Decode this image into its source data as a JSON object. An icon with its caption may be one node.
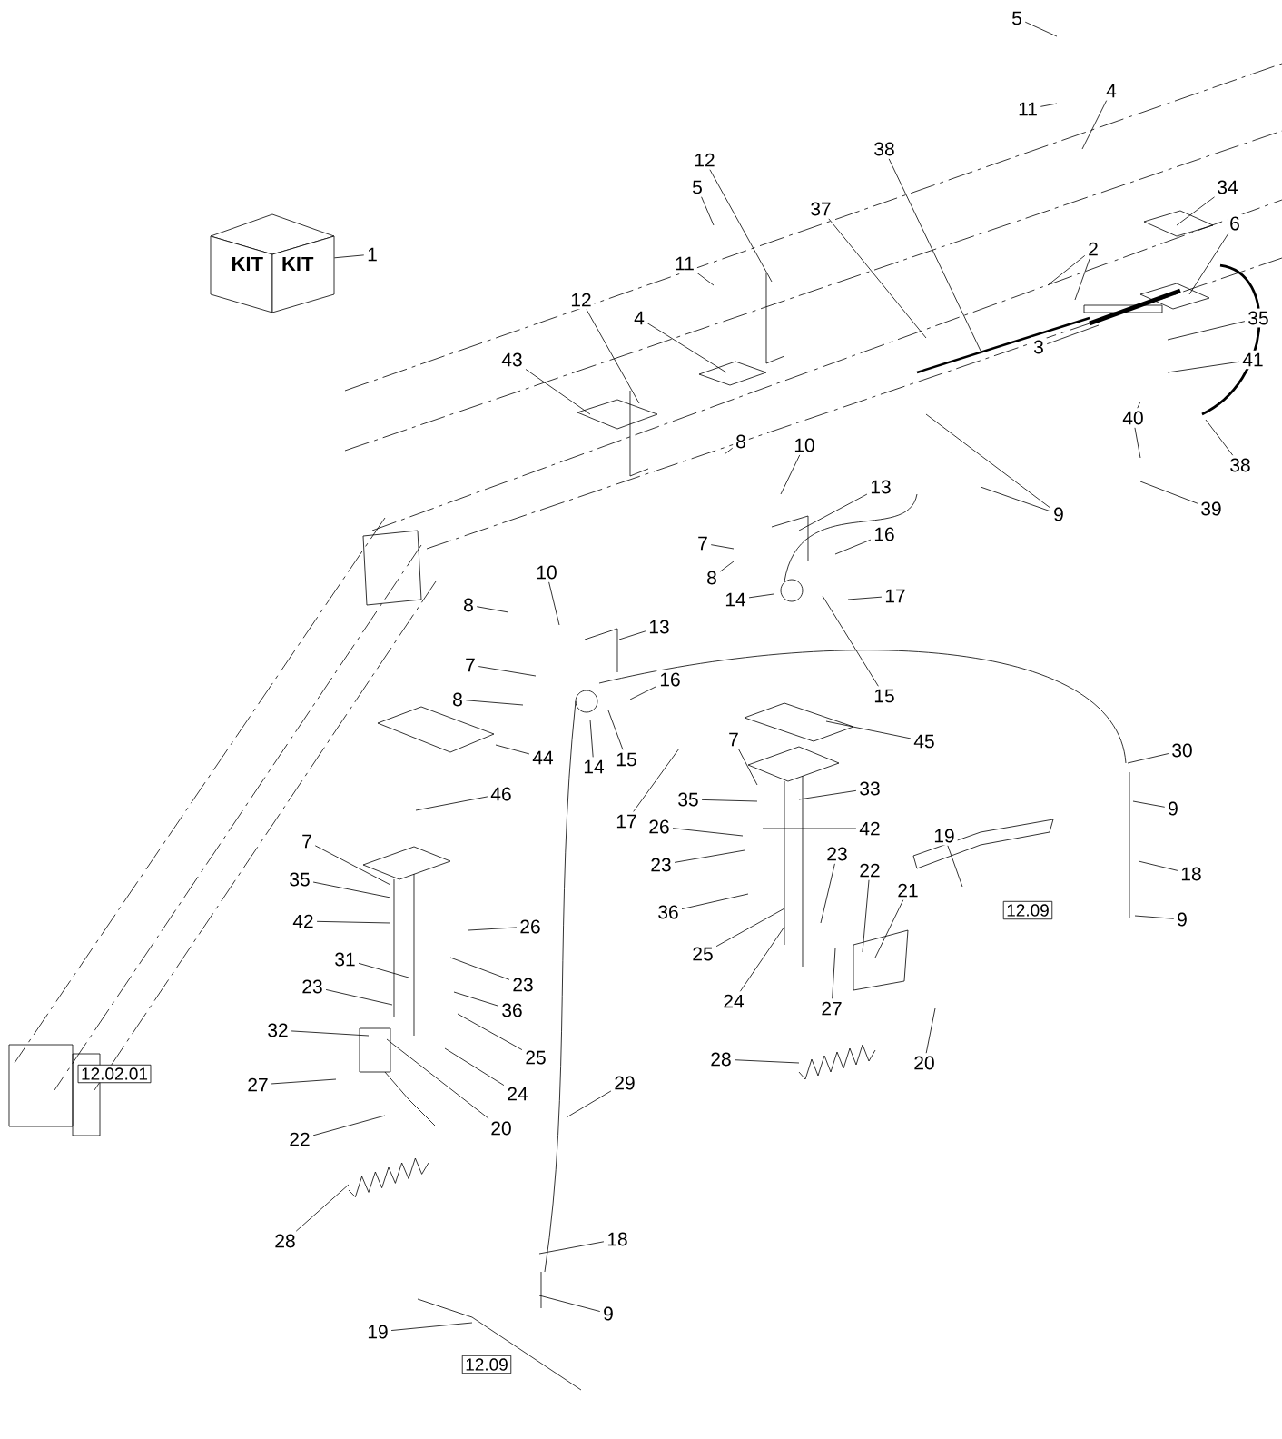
{
  "diagram": {
    "nodes": [
      {
        "text": [
          "KIT",
          "KIT"
        ]
      },
      {
        "text": [
          "1"
        ]
      },
      {
        "text": [
          "5"
        ]
      },
      {
        "text": [
          "11"
        ]
      },
      {
        "text": [
          "4"
        ]
      },
      {
        "text": [
          "38"
        ]
      },
      {
        "text": [
          "37"
        ]
      },
      {
        "text": [
          "34"
        ]
      },
      {
        "text": [
          "6"
        ]
      },
      {
        "text": [
          "2"
        ]
      },
      {
        "text": [
          "3"
        ]
      },
      {
        "text": [
          "35"
        ]
      },
      {
        "text": [
          "41"
        ]
      },
      {
        "text": [
          "40"
        ]
      },
      {
        "text": [
          "38"
        ]
      },
      {
        "text": [
          "39"
        ]
      },
      {
        "text": [
          "5"
        ]
      },
      {
        "text": [
          "11"
        ]
      },
      {
        "text": [
          "12"
        ]
      },
      {
        "text": [
          "12"
        ]
      },
      {
        "text": [
          "4"
        ]
      },
      {
        "text": [
          "43"
        ]
      },
      {
        "text": [
          "8"
        ]
      },
      {
        "text": [
          "10"
        ]
      },
      {
        "text": [
          "13"
        ]
      },
      {
        "text": [
          "9"
        ]
      },
      {
        "text": [
          "7"
        ]
      },
      {
        "text": [
          "8"
        ]
      },
      {
        "text": [
          "16"
        ]
      },
      {
        "text": [
          "14"
        ]
      },
      {
        "text": [
          "17"
        ]
      },
      {
        "text": [
          "15"
        ]
      },
      {
        "text": [
          "8"
        ]
      },
      {
        "text": [
          "10"
        ]
      },
      {
        "text": [
          "13"
        ]
      },
      {
        "text": [
          "7"
        ]
      },
      {
        "text": [
          "8"
        ]
      },
      {
        "text": [
          "16"
        ]
      },
      {
        "text": [
          "44"
        ]
      },
      {
        "text": [
          "14"
        ]
      },
      {
        "text": [
          "15"
        ]
      },
      {
        "text": [
          "17"
        ]
      },
      {
        "text": [
          "45"
        ]
      },
      {
        "text": [
          "46"
        ]
      },
      {
        "text": [
          "7"
        ]
      },
      {
        "text": [
          "35"
        ]
      },
      {
        "text": [
          "33"
        ]
      },
      {
        "text": [
          "26"
        ]
      },
      {
        "text": [
          "42"
        ]
      },
      {
        "text": [
          "23"
        ]
      },
      {
        "text": [
          "36"
        ]
      },
      {
        "text": [
          "23"
        ]
      },
      {
        "text": [
          "22"
        ]
      },
      {
        "text": [
          "21"
        ]
      },
      {
        "text": [
          "19"
        ]
      },
      {
        "text": [
          "12.09"
        ]
      },
      {
        "text": [
          "18"
        ]
      },
      {
        "text": [
          "9"
        ]
      },
      {
        "text": [
          "30"
        ]
      },
      {
        "text": [
          "9"
        ]
      },
      {
        "text": [
          "25"
        ]
      },
      {
        "text": [
          "24"
        ]
      },
      {
        "text": [
          "27"
        ]
      },
      {
        "text": [
          "20"
        ]
      },
      {
        "text": [
          "28"
        ]
      },
      {
        "text": [
          "7"
        ]
      },
      {
        "text": [
          "35"
        ]
      },
      {
        "text": [
          "42"
        ]
      },
      {
        "text": [
          "26"
        ]
      },
      {
        "text": [
          "31"
        ]
      },
      {
        "text": [
          "23"
        ]
      },
      {
        "text": [
          "23"
        ]
      },
      {
        "text": [
          "36"
        ]
      },
      {
        "text": [
          "32"
        ]
      },
      {
        "text": [
          "25"
        ]
      },
      {
        "text": [
          "27"
        ]
      },
      {
        "text": [
          "24"
        ]
      },
      {
        "text": [
          "20"
        ]
      },
      {
        "text": [
          "22"
        ]
      },
      {
        "text": [
          "29"
        ]
      },
      {
        "text": [
          "28"
        ]
      },
      {
        "text": [
          "18"
        ]
      },
      {
        "text": [
          "9"
        ]
      },
      {
        "text": [
          "19"
        ]
      },
      {
        "text": [
          "12.09"
        ]
      },
      {
        "text": [
          "12.02.01"
        ]
      }
    ],
    "edges": [
      {
        "from": 1,
        "to": 0,
        "arrow": "none"
      },
      {
        "from": 2,
        "to": null,
        "arrow": "none"
      },
      {
        "from": 3,
        "to": null,
        "arrow": "none"
      },
      {
        "from": 4,
        "to": null,
        "arrow": "none"
      },
      {
        "from": 5,
        "to": null,
        "arrow": "none"
      },
      {
        "from": 6,
        "to": null,
        "arrow": "none"
      },
      {
        "from": 7,
        "to": null,
        "arrow": "none"
      },
      {
        "from": 8,
        "to": null,
        "arrow": "none"
      },
      {
        "from": 9,
        "to": null,
        "arrow": "none"
      },
      {
        "from": 10,
        "to": null,
        "arrow": "none"
      },
      {
        "from": 11,
        "to": null,
        "arrow": "none"
      },
      {
        "from": 12,
        "to": null,
        "arrow": "none"
      },
      {
        "from": 13,
        "to": null,
        "arrow": "none"
      },
      {
        "from": 14,
        "to": null,
        "arrow": "none"
      },
      {
        "from": 15,
        "to": null,
        "arrow": "none"
      },
      {
        "from": 16,
        "to": null,
        "arrow": "none"
      },
      {
        "from": 17,
        "to": null,
        "arrow": "none"
      },
      {
        "from": 18,
        "to": null,
        "arrow": "none"
      },
      {
        "from": 19,
        "to": null,
        "arrow": "none"
      },
      {
        "from": 20,
        "to": null,
        "arrow": "none"
      },
      {
        "from": 21,
        "to": null,
        "arrow": "none"
      },
      {
        "from": 22,
        "to": null,
        "arrow": "none"
      },
      {
        "from": 23,
        "to": null,
        "arrow": "none"
      },
      {
        "from": 24,
        "to": null,
        "arrow": "none"
      },
      {
        "from": 25,
        "to": null,
        "arrow": "none"
      },
      {
        "from": 26,
        "to": null,
        "arrow": "none"
      },
      {
        "from": 27,
        "to": null,
        "arrow": "none"
      },
      {
        "from": 28,
        "to": null,
        "arrow": "none"
      },
      {
        "from": 29,
        "to": null,
        "arrow": "none"
      },
      {
        "from": 30,
        "to": null,
        "arrow": "none"
      },
      {
        "from": 31,
        "to": null,
        "arrow": "none"
      },
      {
        "from": 32,
        "to": null,
        "arrow": "none"
      },
      {
        "from": 33,
        "to": null,
        "arrow": "none"
      },
      {
        "from": 34,
        "to": null,
        "arrow": "none"
      },
      {
        "from": 35,
        "to": null,
        "arrow": "none"
      },
      {
        "from": 36,
        "to": null,
        "arrow": "none"
      },
      {
        "from": 37,
        "to": null,
        "arrow": "none"
      },
      {
        "from": 38,
        "to": null,
        "arrow": "none"
      },
      {
        "from": 39,
        "to": null,
        "arrow": "none"
      },
      {
        "from": 40,
        "to": null,
        "arrow": "none"
      },
      {
        "from": 41,
        "to": null,
        "arrow": "none"
      },
      {
        "from": 42,
        "to": null,
        "arrow": "none"
      },
      {
        "from": 43,
        "to": null,
        "arrow": "none"
      },
      {
        "from": 44,
        "to": null,
        "arrow": "none"
      },
      {
        "from": 45,
        "to": null,
        "arrow": "none"
      },
      {
        "from": 46,
        "to": null,
        "arrow": "none"
      },
      {
        "from": 47,
        "to": null,
        "arrow": "none"
      },
      {
        "from": 48,
        "to": null,
        "arrow": "none"
      },
      {
        "from": 49,
        "to": null,
        "arrow": "none"
      },
      {
        "from": 50,
        "to": null,
        "arrow": "none"
      },
      {
        "from": 51,
        "to": null,
        "arrow": "none"
      },
      {
        "from": 52,
        "to": null,
        "arrow": "none"
      },
      {
        "from": 53,
        "to": null,
        "arrow": "none"
      },
      {
        "from": 54,
        "to": null,
        "arrow": "none"
      },
      {
        "from": 56,
        "to": null,
        "arrow": "none"
      },
      {
        "from": 57,
        "to": null,
        "arrow": "none"
      },
      {
        "from": 58,
        "to": null,
        "arrow": "none"
      },
      {
        "from": 59,
        "to": null,
        "arrow": "none"
      },
      {
        "from": 60,
        "to": null,
        "arrow": "none"
      },
      {
        "from": 61,
        "to": null,
        "arrow": "none"
      },
      {
        "from": 62,
        "to": null,
        "arrow": "none"
      },
      {
        "from": 63,
        "to": null,
        "arrow": "none"
      },
      {
        "from": 64,
        "to": null,
        "arrow": "none"
      },
      {
        "from": 65,
        "to": null,
        "arrow": "none"
      },
      {
        "from": 66,
        "to": null,
        "arrow": "none"
      },
      {
        "from": 67,
        "to": null,
        "arrow": "none"
      },
      {
        "from": 68,
        "to": null,
        "arrow": "none"
      },
      {
        "from": 69,
        "to": null,
        "arrow": "none"
      },
      {
        "from": 70,
        "to": null,
        "arrow": "none"
      },
      {
        "from": 71,
        "to": null,
        "arrow": "none"
      },
      {
        "from": 72,
        "to": null,
        "arrow": "none"
      },
      {
        "from": 73,
        "to": null,
        "arrow": "none"
      },
      {
        "from": 74,
        "to": null,
        "arrow": "none"
      },
      {
        "from": 75,
        "to": null,
        "arrow": "none"
      },
      {
        "from": 76,
        "to": null,
        "arrow": "none"
      },
      {
        "from": 77,
        "to": null,
        "arrow": "none"
      },
      {
        "from": 78,
        "to": null,
        "arrow": "none"
      },
      {
        "from": 79,
        "to": null,
        "arrow": "none"
      },
      {
        "from": 80,
        "to": null,
        "arrow": "none"
      },
      {
        "from": 81,
        "to": null,
        "arrow": "none"
      },
      {
        "from": 82,
        "to": null,
        "arrow": "none"
      },
      {
        "from": 83,
        "to": null,
        "arrow": "none"
      },
      {
        "from": 9,
        "to": null,
        "arrow": "none"
      },
      {
        "from": 13,
        "to": null,
        "arrow": "none"
      },
      {
        "from": 25,
        "to": null,
        "arrow": "none"
      }
    ]
  }
}
